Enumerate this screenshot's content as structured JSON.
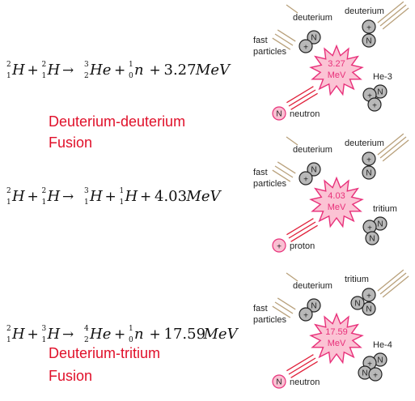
{
  "colors": {
    "title": "#e0102a",
    "burst_fill": "#fbc3d4",
    "burst_stroke": "#e8307a",
    "mev_text": "#e8307a",
    "particle_gray": "#b8b8b8",
    "neutron_fill": "#f9c0d2",
    "neutron_stroke": "#e8307a",
    "streak_tan": "#b8a07a",
    "streak_red": "#e0203a"
  },
  "reactions": [
    {
      "equation": {
        "terms": [
          {
            "sym": "H",
            "mass": "2",
            "z": "1"
          },
          {
            "op": "+"
          },
          {
            "sym": "H",
            "mass": "2",
            "z": "1"
          },
          {
            "op": "→"
          },
          {
            "sym": "He",
            "mass": "3",
            "z": "2"
          },
          {
            "op": "+"
          },
          {
            "sym": "n",
            "mass": "1",
            "z": "0"
          },
          {
            "op": "+"
          },
          {
            "num": "3.27"
          },
          {
            "sym": "MeV"
          }
        ]
      },
      "title_lines": [
        "Deuterium-deuterium",
        "Fusion"
      ],
      "diagram": {
        "label_tl": "deuterium",
        "label_tr": "deuterium",
        "label_fast": [
          "fast",
          "particles"
        ],
        "energy": [
          "3.27",
          "MeV"
        ],
        "product_heavy": "He-3",
        "product_light": "neutron"
      }
    },
    {
      "equation": {
        "terms": [
          {
            "sym": "H",
            "mass": "2",
            "z": "1"
          },
          {
            "op": "+"
          },
          {
            "sym": "H",
            "mass": "2",
            "z": "1"
          },
          {
            "op": "→"
          },
          {
            "sym": "H",
            "mass": "3",
            "z": "1"
          },
          {
            "op": "+"
          },
          {
            "sym": "H",
            "mass": "1",
            "z": "1"
          },
          {
            "op": "+"
          },
          {
            "num": "4.03"
          },
          {
            "sym": "MeV"
          }
        ]
      },
      "title_lines": [],
      "diagram": {
        "label_tl": "deuterium",
        "label_tr": "deuterium",
        "label_fast": [
          "fast",
          "particles"
        ],
        "energy": [
          "4.03",
          "MeV"
        ],
        "product_heavy": "tritium",
        "product_light": "proton"
      }
    },
    {
      "equation": {
        "terms": [
          {
            "sym": "H",
            "mass": "2",
            "z": "1"
          },
          {
            "op": "+"
          },
          {
            "sym": "H",
            "mass": "3",
            "z": "1"
          },
          {
            "op": "→"
          },
          {
            "sym": "He",
            "mass": "4",
            "z": "2"
          },
          {
            "op": "+"
          },
          {
            "sym": "n",
            "mass": "1",
            "z": "0"
          },
          {
            "op": "+"
          },
          {
            "num": "17.59"
          },
          {
            "sym": "MeV"
          }
        ]
      },
      "title_lines": [
        "Deuterium-tritium",
        "Fusion"
      ],
      "diagram": {
        "label_tl": "deuterium",
        "label_tr": "tritium",
        "label_fast": [
          "fast",
          "particles"
        ],
        "energy": [
          "17.59",
          "MeV"
        ],
        "product_heavy": "He-4",
        "product_light": "neutron"
      }
    }
  ],
  "symbols": {
    "proton": "+",
    "neutron": "N"
  }
}
